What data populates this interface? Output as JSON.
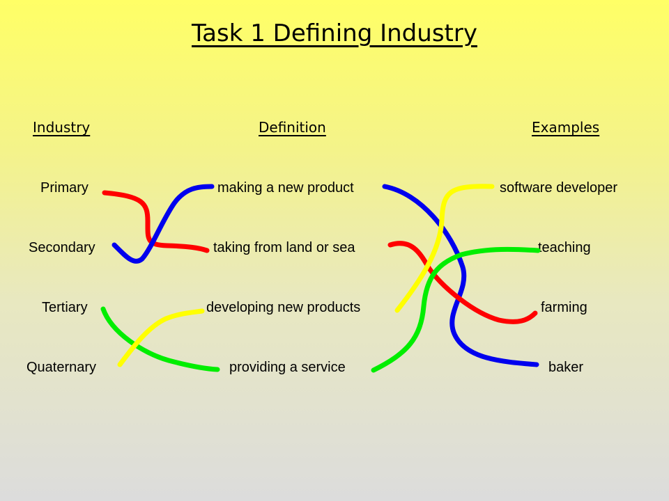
{
  "title": "Task 1 Defining Industry",
  "headings": {
    "industry": "Industry",
    "definition": "Definition",
    "examples": "Examples"
  },
  "industry": [
    "Primary",
    "Secondary",
    "Tertiary",
    "Quaternary"
  ],
  "definitions": [
    "making a new product",
    "taking from land or sea",
    "developing new products",
    "providing a service"
  ],
  "examples": [
    "software developer",
    "teaching",
    "farming",
    "baker"
  ],
  "line_colors": {
    "red": "#ff0000",
    "blue": "#0000ee",
    "green": "#00ee00",
    "yellow": "#ffff00"
  }
}
